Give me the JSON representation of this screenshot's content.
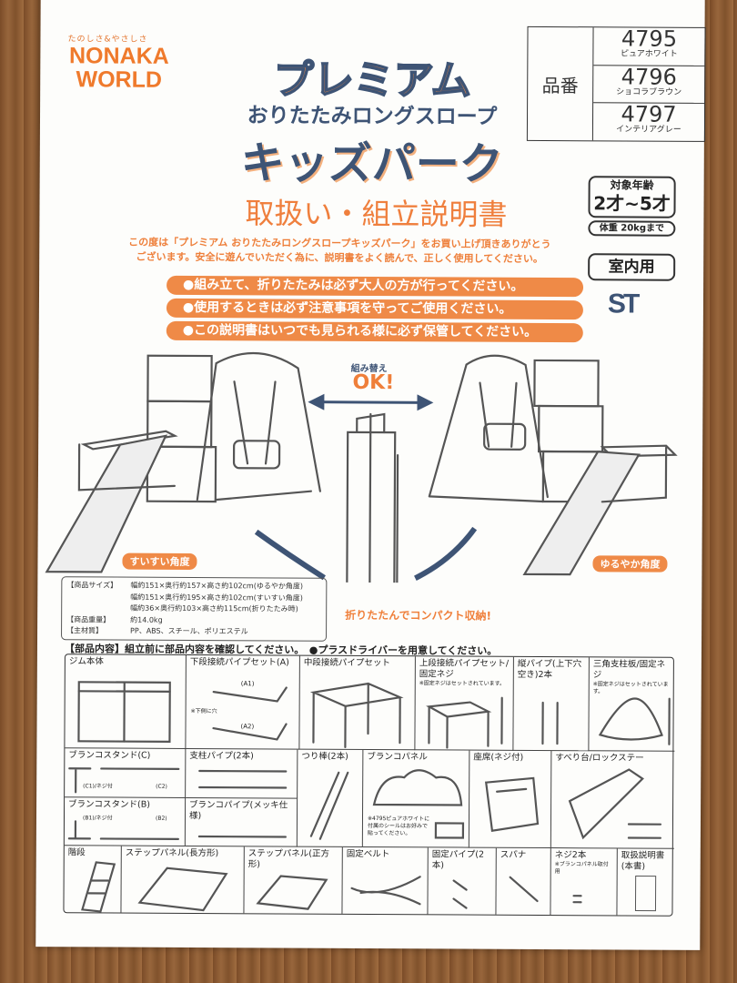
{
  "brand": {
    "tagline": "たのしさ&やさしさ",
    "name": "NONAKA WORLD"
  },
  "title": {
    "line1": "プレミアム",
    "line2": "おりたたみロングスロープ",
    "line3": "キッズパーク",
    "subtitle": "取扱い・組立説明書"
  },
  "product_numbers": {
    "label": "品番",
    "items": [
      {
        "number": "4795",
        "color": "ピュアホワイト"
      },
      {
        "number": "4796",
        "color": "ショコラブラウン"
      },
      {
        "number": "4797",
        "color": "インテリアグレー"
      }
    ]
  },
  "badges": {
    "age_label": "対象年齢",
    "age_range": "2才~5才",
    "weight": "体重 20kgまで",
    "indoor": "室内用",
    "st_mark": "ST"
  },
  "intro": {
    "line1": "この度は「プレミアム おりたたみロングスロープキッズパーク」をお買い上げ頂きありがとう",
    "line2": "ございます。安全に遊んでいただく為に、説明書をよく読んで、正しく使用してください。"
  },
  "warnings": [
    "●組み立て、折りたたみは必ず大人の方が行ってください。",
    "●使用するときは必ず注意事項を守ってご使用ください。",
    "●この説明書はいつでも見られる様に必ず保管してください。"
  ],
  "illustration": {
    "swap_label": "組み替え",
    "swap_ok": "OK!",
    "left_caption": "すいすい角度",
    "right_caption": "ゆるやか角度",
    "fold_caption": "折りたたんでコンパクト収納!"
  },
  "specs": {
    "size_label": "【商品サイズ】",
    "sizes": [
      "幅約151×奥行約157×高さ約102cm(ゆるやか角度)",
      "幅約151×奥行約195×高さ約102cm(すいすい角度)",
      "幅約36×奥行約103×高さ約115cm(折りたたみ時)"
    ],
    "weight_label": "【商品重量】",
    "weight": "約14.0kg",
    "material_label": "【主材質】",
    "material": "PP、ABS、スチール、ポリエステル"
  },
  "parts": {
    "header": "【部品内容】組立前に部品内容を確認してください。",
    "driver_note": "●プラスドライバーを用意してください。",
    "items": [
      "ジム本体",
      "下段接続パイプセット(A)",
      "中段接続パイプセット",
      "上段接続パイプセット/固定ネジ",
      "縦パイプ(上下穴空き)2本",
      "三角支柱板/固定ネジ",
      "ブランコスタンド(C)",
      "支柱パイプ(2本)",
      "つり棒(2本)",
      "ブランコパネル",
      "座席(ネジ付)",
      "すべり台/ロックステー",
      "ブランコスタンド(B)",
      "ブランコパイプ(メッキ仕様)",
      "階段",
      "ステップパネル(長方形)",
      "ステップパネル(正方形)",
      "固定ベルト",
      "固定パイプ(2本)",
      "スパナ",
      "ネジ2本",
      "取扱説明書(本書)"
    ],
    "notes": {
      "set_screw": "※固定ネジはセットされています。",
      "hole": "※下側に穴",
      "a1": "(A1)",
      "a2": "(A2)",
      "c1": "(C1)/ネジ付",
      "c2": "(C2)",
      "b1": "(B1)/ネジ付",
      "b2": "(B2)",
      "sticker": "※4795ピュアホワイトに付属のシールはお好みで貼ってください。",
      "screw_use": "※ブランコパネル取付用"
    }
  }
}
